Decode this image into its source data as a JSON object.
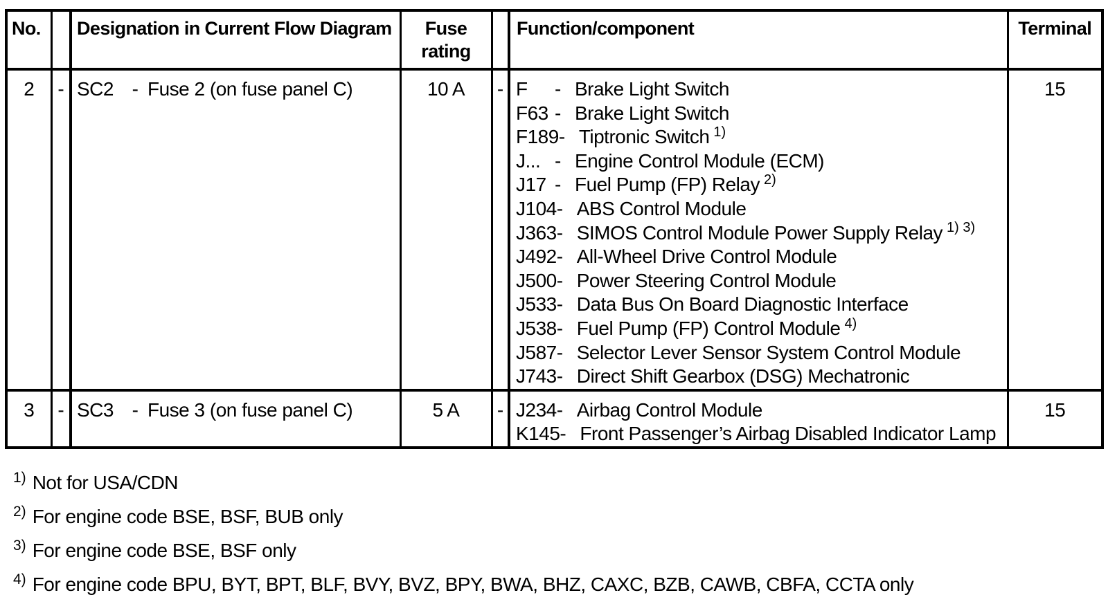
{
  "page": {
    "background_color": "#ffffff",
    "text_color": "#000000"
  },
  "table": {
    "dash": "-",
    "headers": {
      "no": "No.",
      "designation": "Designation in Current Flow Diagram",
      "fuse_rating": "Fuse rating",
      "function": "Function/component",
      "terminal": "Terminal"
    },
    "rows": [
      {
        "no": "2",
        "sep_left": "-",
        "code": "SC2",
        "code_dash": "-",
        "designation": "Fuse 2 (on fuse panel C)",
        "fuse_rating": "10 A",
        "sep_right": "-",
        "terminal": "15",
        "components": [
          {
            "code": "F",
            "name": "Brake Light Switch",
            "sup": ""
          },
          {
            "code": "F63",
            "name": "Brake Light Switch",
            "sup": ""
          },
          {
            "code": "F189",
            "name": "Tiptronic Switch",
            "sup": "1)"
          },
          {
            "code": "J...",
            "name": "Engine Control Module (ECM)",
            "sup": ""
          },
          {
            "code": "J17",
            "name": "Fuel Pump (FP) Relay",
            "sup": "2)"
          },
          {
            "code": "J104",
            "name": "ABS Control Module",
            "sup": ""
          },
          {
            "code": "J363",
            "name": "SIMOS Control Module Power Supply Relay",
            "sup": "1) 3)"
          },
          {
            "code": "J492",
            "name": "All-Wheel Drive Control Module",
            "sup": ""
          },
          {
            "code": "J500",
            "name": "Power Steering Control Module",
            "sup": ""
          },
          {
            "code": "J533",
            "name": "Data Bus On Board Diagnostic Interface",
            "sup": ""
          },
          {
            "code": "J538",
            "name": "Fuel Pump (FP) Control Module",
            "sup": "4)"
          },
          {
            "code": "J587",
            "name": "Selector Lever Sensor System Control Module",
            "sup": ""
          },
          {
            "code": "J743",
            "name": "Direct Shift Gearbox (DSG) Mechatronic",
            "sup": ""
          }
        ]
      },
      {
        "no": "3",
        "sep_left": "-",
        "code": "SC3",
        "code_dash": "-",
        "designation": "Fuse 3 (on fuse panel C)",
        "fuse_rating": "5 A",
        "sep_right": "-",
        "terminal": "15",
        "components": [
          {
            "code": "J234",
            "name": "Airbag Control Module",
            "sup": ""
          },
          {
            "code": "K145",
            "name": "Front Passenger’s Airbag Disabled Indicator Lamp",
            "sup": ""
          }
        ]
      }
    ]
  },
  "footnotes": [
    {
      "marker": "1)",
      "text": "Not for USA/CDN"
    },
    {
      "marker": "2)",
      "text": "For engine code BSE, BSF, BUB only"
    },
    {
      "marker": "3)",
      "text": "For engine code BSE, BSF only"
    },
    {
      "marker": "4)",
      "text": "For engine code BPU, BYT, BPT, BLF, BVY, BVZ, BPY, BWA, BHZ, CAXC, BZB, CAWB, CBFA, CCTA only"
    }
  ]
}
